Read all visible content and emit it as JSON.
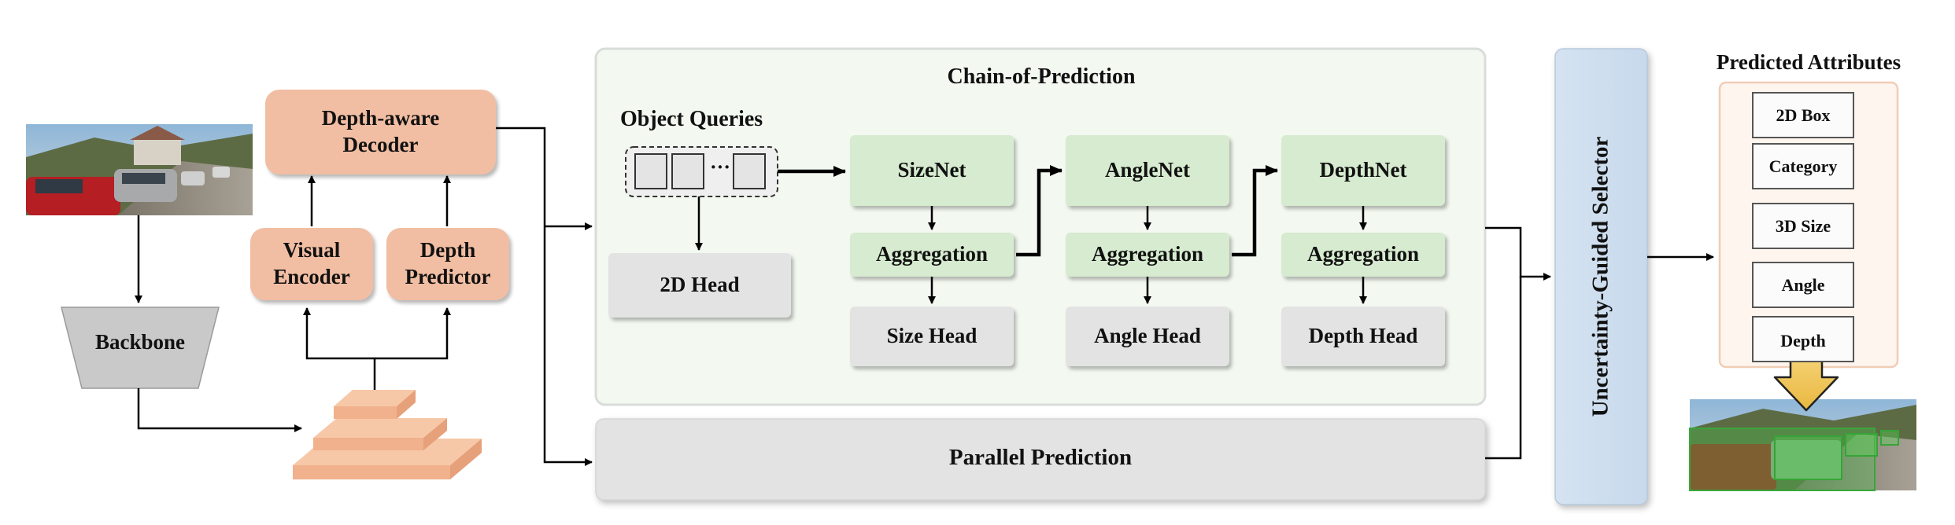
{
  "left": {
    "decoder": "Depth-aware Decoder",
    "visual_encoder": "Visual Encoder",
    "depth_predictor": "Depth Predictor",
    "backbone": "Backbone"
  },
  "chain": {
    "title": "Chain-of-Prediction",
    "object_queries": "Object Queries",
    "ellipsis": "···",
    "head_2d": "2D Head",
    "size_net": "SizeNet",
    "angle_net": "AngleNet",
    "depth_net": "DepthNet",
    "aggregation": "Aggregation",
    "size_head": "Size Head",
    "angle_head": "Angle Head",
    "depth_head": "Depth Head"
  },
  "parallel": "Parallel Prediction",
  "selector": "Uncertainty-Guided Selector",
  "attributes": {
    "title": "Predicted Attributes",
    "items": [
      "2D Box",
      "Category",
      "3D Size",
      "Angle",
      "Depth"
    ]
  }
}
